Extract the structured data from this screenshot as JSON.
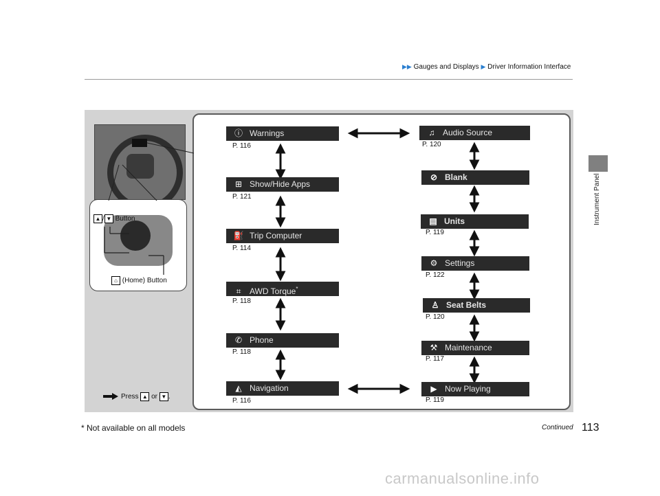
{
  "header": {
    "breadcrumb_1": "Gauges and Displays",
    "breadcrumb_2": "Driver Information Interface"
  },
  "side_tab": {
    "label": "Instrument Panel"
  },
  "controls": {
    "updown_button_label": "Button",
    "home_button_label": "(Home) Button",
    "press_text": "Press",
    "or_text": "or",
    "period": "."
  },
  "menu_left": [
    {
      "label": "Warnings",
      "page": "P. 116",
      "icon": "info-icon"
    },
    {
      "label": "Show/Hide Apps",
      "page": "P. 121",
      "icon": "apps-icon"
    },
    {
      "label": "Trip Computer",
      "page": "P. 114",
      "icon": "fuel-icon"
    },
    {
      "label": "AWD Torque",
      "page": "P. 118",
      "icon": "awd-icon",
      "asterisk": "*"
    },
    {
      "label": "Phone",
      "page": "P. 118",
      "icon": "phone-icon"
    },
    {
      "label": "Navigation",
      "page": "P. 116",
      "icon": "navigation-icon"
    }
  ],
  "menu_right": [
    {
      "label": "Audio Source",
      "page": "P. 120",
      "icon": "music-note-icon"
    },
    {
      "label": "Blank",
      "page": "",
      "icon": "blank-icon"
    },
    {
      "label": "Units",
      "page": "P. 119",
      "icon": "units-icon"
    },
    {
      "label": "Settings",
      "page": "P. 122",
      "icon": "gear-icon"
    },
    {
      "label": "Seat Belts",
      "page": "P. 120",
      "icon": "seat-belt-icon"
    },
    {
      "label": "Maintenance",
      "page": "P. 117",
      "icon": "wrench-icon"
    },
    {
      "label": "Now Playing",
      "page": "P. 119",
      "icon": "play-icon"
    }
  ],
  "footer": {
    "footnote": "* Not available on all models",
    "continued": "Continued",
    "page_number": "113",
    "watermark": "carmanualsonline.info"
  }
}
